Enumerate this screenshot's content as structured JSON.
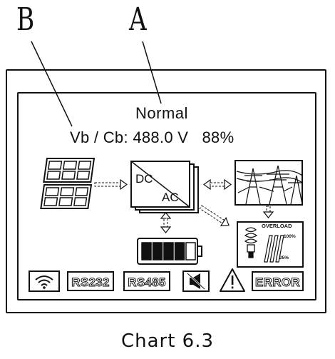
{
  "callouts": {
    "a": "A",
    "b": "B"
  },
  "display": {
    "status": "Normal",
    "vb_cb_label": "Vb / Cb:",
    "voltage": "488.0 V",
    "percent": "88%"
  },
  "inverter": {
    "dc_label": "DC",
    "ac_label": "AC"
  },
  "load_panel": {
    "overload_label": "OVERLOAD",
    "high_label": "100%",
    "low_label": "25%"
  },
  "battery": {
    "filled_bars": 4,
    "total_bars": 5
  },
  "bottom_icons": {
    "wifi": "wifi-icon",
    "rs232_label": "RS232",
    "rs485_label": "RS485",
    "mute": "speaker-mute-icon",
    "warning": "warning-triangle-icon",
    "error_label": "ERROR"
  },
  "caption": "Chart 6.3"
}
